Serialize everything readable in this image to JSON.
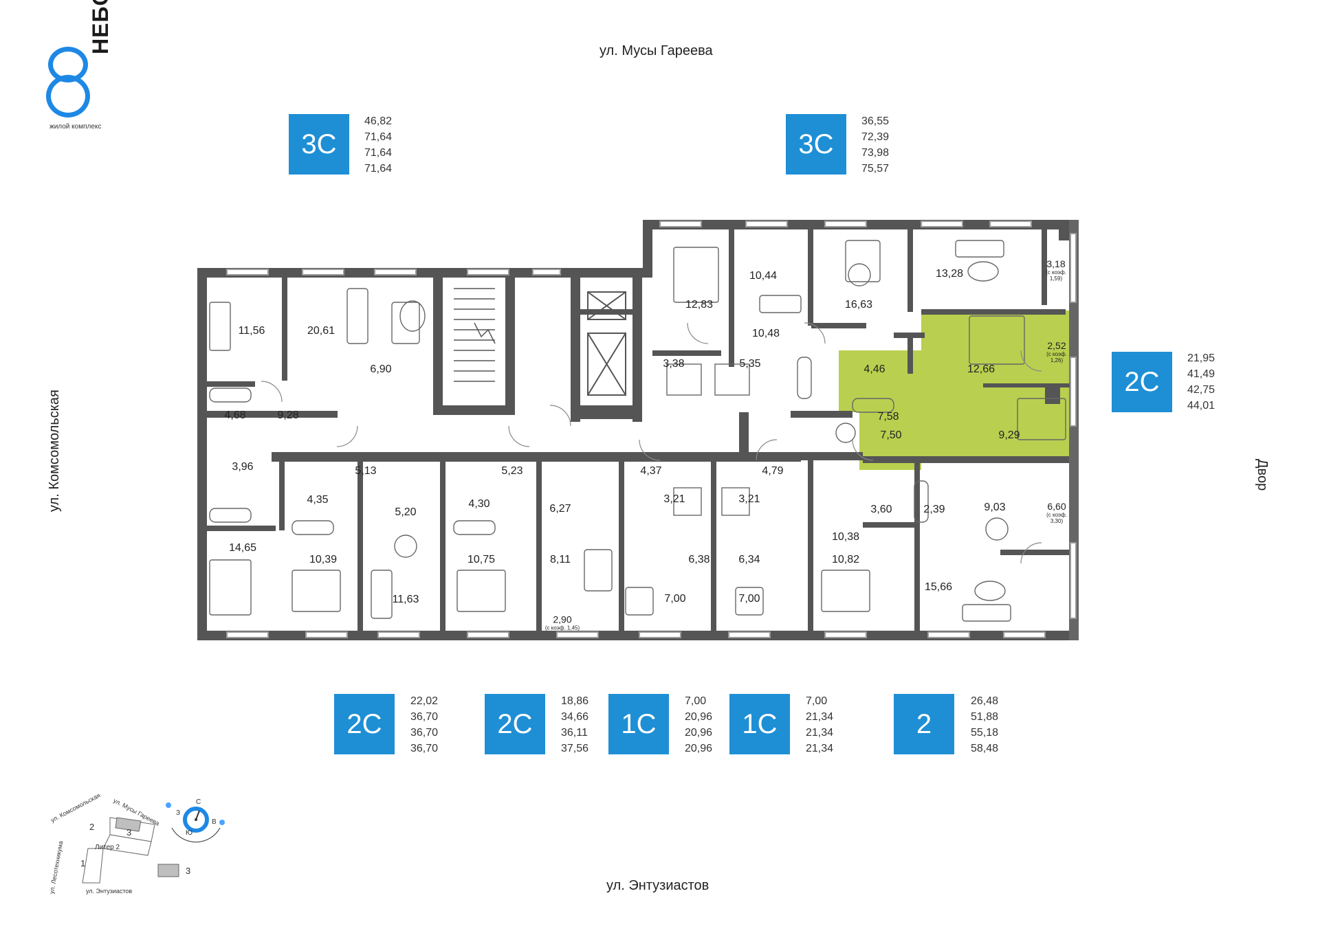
{
  "logo": {
    "number": "8",
    "name": "НЕБО",
    "subtitle": "жилой комплекс"
  },
  "streets": {
    "top": "ул. Мусы Гареева",
    "bottom": "ул. Энтузиастов",
    "left": "ул. Комсомольская",
    "right": "Двор"
  },
  "apartments_top": [
    {
      "type": "3С",
      "areas": [
        "46,82",
        "71,64",
        "71,64",
        "71,64"
      ]
    },
    {
      "type": "3С",
      "areas": [
        "36,55",
        "72,39",
        "73,98",
        "75,57"
      ]
    }
  ],
  "apartment_right": {
    "type": "2С",
    "areas": [
      "21,95",
      "41,49",
      "42,75",
      "44,01"
    ]
  },
  "apartments_bottom": [
    {
      "type": "2С",
      "areas": [
        "22,02",
        "36,70",
        "36,70",
        "36,70"
      ]
    },
    {
      "type": "2С",
      "areas": [
        "18,86",
        "34,66",
        "36,11",
        "37,56"
      ]
    },
    {
      "type": "1С",
      "areas": [
        "7,00",
        "20,96",
        "20,96",
        "20,96"
      ]
    },
    {
      "type": "1С",
      "areas": [
        "7,00",
        "21,34",
        "21,34",
        "21,34"
      ]
    },
    {
      "type": "2",
      "areas": [
        "26,48",
        "51,88",
        "55,18",
        "58,48"
      ]
    }
  ],
  "rooms": {
    "r1156": "11,56",
    "r2061": "20,61",
    "r690": "6,90",
    "r468": "4,68",
    "r928": "9,28",
    "r1283": "12,83",
    "r1044": "10,44",
    "r1048": "10,48",
    "r338": "3,38",
    "r535": "5,35",
    "r1663": "16,63",
    "r1328": "13,28",
    "r318": "3,18",
    "r318k": "(с коэф.",
    "r318v": "1,59)",
    "r446": "4,46",
    "r1266": "12,66",
    "r252": "2,52",
    "r252k": "(с коэф.",
    "r252v": "1,26)",
    "r758": "7,58",
    "r750": "7,50",
    "r929": "9,29",
    "r396": "3,96",
    "r1465": "14,65",
    "r435": "4,35",
    "r513": "5,13",
    "r1039": "10,39",
    "r520": "5,20",
    "r1163": "11,63",
    "r430": "4,30",
    "r523": "5,23",
    "r1075": "10,75",
    "r627": "6,27",
    "r811": "8,11",
    "r290": "2,90",
    "r290k": "(с коэф. 1,45)",
    "r437": "4,37",
    "r321a": "3,21",
    "r638": "6,38",
    "r700a": "7,00",
    "r479": "4,79",
    "r321b": "3,21",
    "r634": "6,34",
    "r700b": "7,00",
    "r1038": "10,38",
    "r360": "3,60",
    "r239": "2,39",
    "r903": "9,03",
    "r660": "6,60",
    "r660k": "(с коэф.",
    "r660v": "3,30)",
    "r1082": "10,82",
    "r1566": "15,66"
  },
  "minimap": {
    "compass": {
      "n": "С",
      "s": "Ю",
      "w": "З",
      "e": "В"
    },
    "street_komsomolskaya": "ул. Комсомольская",
    "street_gareeva": "ул. Мусы Гареева",
    "street_lesotekhnikuma": "ул. Лесотехникума",
    "street_entuziastov": "ул. Энтузиастов",
    "litera": "Литер 2",
    "b1": "1",
    "b2": "2",
    "b3": "3",
    "legend": "3"
  },
  "colors": {
    "accent": "#1e8fd5",
    "highlight": "#b9cf4f",
    "wall": "#555555",
    "logo": "#1e88e5"
  }
}
